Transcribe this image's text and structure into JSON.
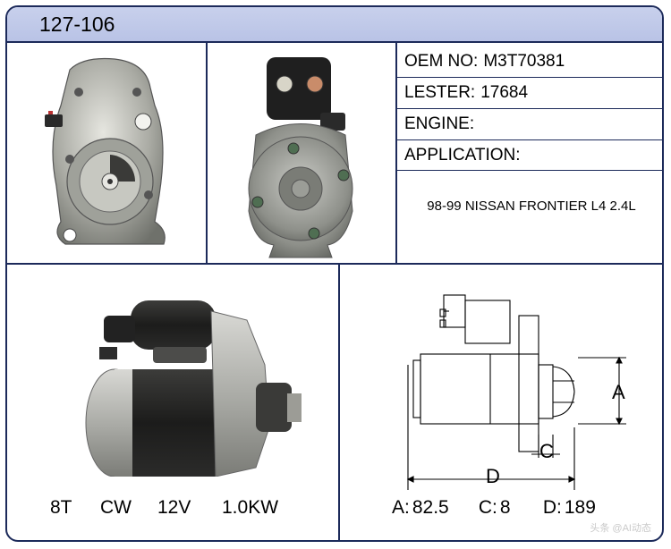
{
  "title": "127-106",
  "specs": {
    "oem_label": "OEM NO:",
    "oem_value": "M3T70381",
    "lester_label": "LESTER:",
    "lester_value": "17684",
    "engine_label": "ENGINE:",
    "engine_value": "",
    "application_label": "APPLICATION:",
    "application_value": "98-99 NISSAN FRONTIER L4 2.4L"
  },
  "ratings": {
    "teeth": "8T",
    "rotation": "CW",
    "voltage": "12V",
    "power": "1.0KW"
  },
  "dimensions": {
    "a_label": "A:",
    "a_value": "82.5",
    "c_label": "C:",
    "c_value": "8",
    "d_label": "D:",
    "d_value": "189",
    "diagram_a": "A",
    "diagram_c": "C",
    "diagram_d": "D"
  },
  "watermark": "头条 @AI动态",
  "colors": {
    "frame": "#1c2a5a",
    "title_bg": "#c8d0ec"
  }
}
